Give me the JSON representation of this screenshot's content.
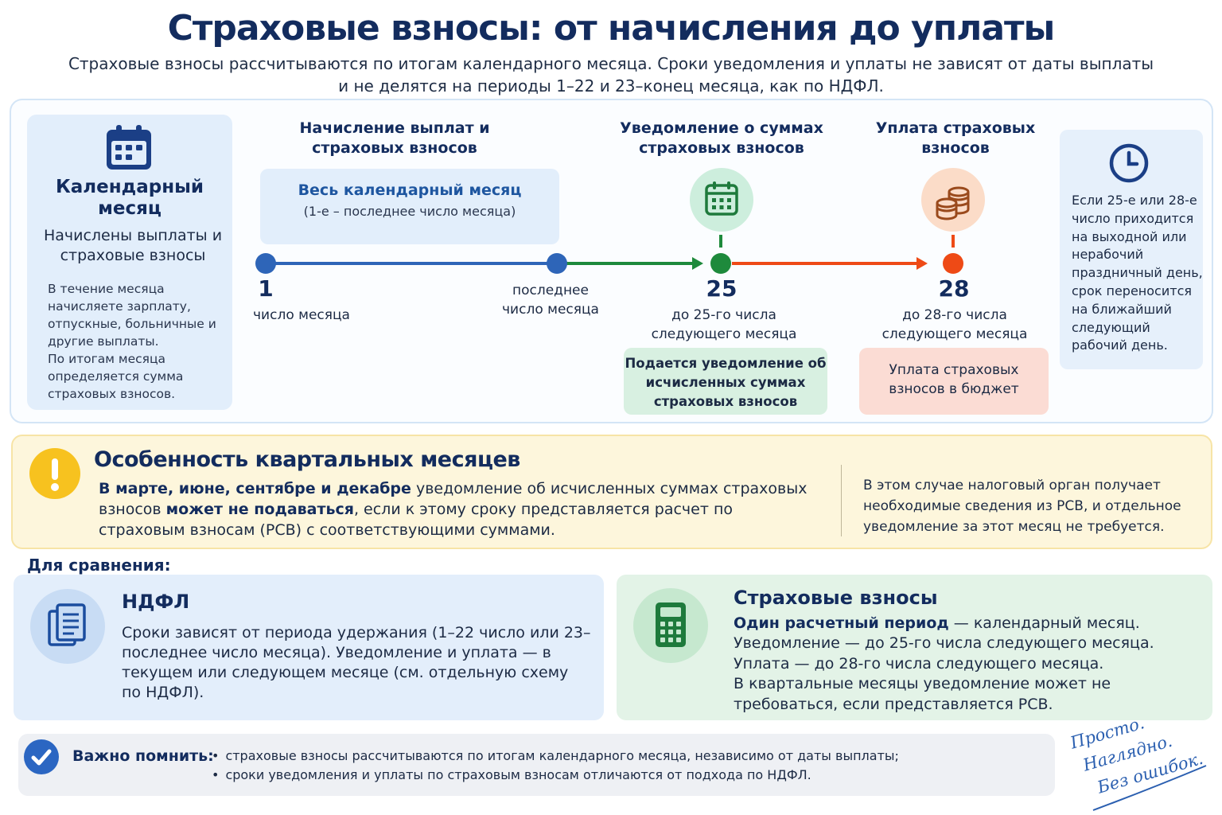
{
  "header": {
    "title": "Страховые взносы: от начисления до уплаты",
    "subtitle_line1": "Страховые взносы рассчитываются по итогам календарного месяца. Сроки уведомления и уплаты не зависят от даты выплаты",
    "subtitle_line2": "и не делятся на периоды 1–22 и 23–конец месяца, как по НДФЛ."
  },
  "calendar_card": {
    "icon": "calendar-icon",
    "title": "Календарный месяц",
    "subtitle": "Начислены выплаты и страховые взносы",
    "desc1": "В течение месяца начисляете зарплату, отпускные, больничные и другие выплаты.",
    "desc2": "По итогам месяца определяется сумма страховых взносов."
  },
  "stages": {
    "accrual": {
      "heading": "Начисление выплат и страховых взносов",
      "box_title": "Весь календарный месяц",
      "box_text": "(1-е – последнее число месяца)"
    },
    "notice": {
      "heading": "Уведомление о суммах страховых взносов",
      "icon": "calendar-icon"
    },
    "payment": {
      "heading": "Уплата страховых взносов",
      "icon": "coins-icon"
    }
  },
  "timeline": {
    "start_num": "1",
    "start_label": "число месяца",
    "end_label": "последнее число месяца",
    "notice_num": "25",
    "notice_label": "до 25-го числа следующего месяца",
    "pay_num": "28",
    "pay_label": "до 28-го числа следующего месяца",
    "notice_box": "Подается уведомление об исчисленных суммах страховых взносов",
    "pay_box": "Уплата страховых взносов в бюджет",
    "colors": {
      "blue": "#2e65b8",
      "green": "#1e8a3c",
      "orange": "#ee4a16"
    }
  },
  "side_note": {
    "icon": "clock-icon",
    "text": "Если 25-е или 28-е число приходится на выходной или нерабочий праздничный день, срок переносится на ближайший следующий рабочий день."
  },
  "quarter": {
    "title": "Особенность квартальных месяцев",
    "months": "В марте, июне, сентябре и декабре",
    "text_a": " уведомление об исчисленных суммах страховых взносов ",
    "bold_b": "может не подаваться",
    "text_c": ", если к этому сроку представляется расчет по страховым взносам (РСВ) с соответствующими суммами.",
    "right_text": "В этом случае налоговый орган получает необходимые сведения из РСВ, и отдельное уведомление за этот месяц не требуется."
  },
  "compare": {
    "title": "Для сравнения:",
    "ndfl": {
      "icon": "document-icon",
      "title": "НДФЛ",
      "text": "Сроки зависят от периода удержания (1–22 число или 23–последнее число месяца). Уведомление и уплата — в текущем или следующем месяце (см. отдельную схему по НДФЛ)."
    },
    "insurance": {
      "icon": "calculator-icon",
      "title": "Страховые взносы",
      "line1_bold": "Один расчетный период",
      "line1_rest": " — календарный месяц.",
      "line2": "Уведомление — до 25-го числа следующего месяца.",
      "line3": "Уплата — до 28-го числа следующего месяца.",
      "line4": "В квартальные месяцы уведомление может не требоваться, если представляется РСВ."
    }
  },
  "remember": {
    "title": "Важно помнить:",
    "items": [
      "страховые взносы рассчитываются по итогам календарного месяца, независимо от даты выплаты;",
      "сроки уведомления и уплаты по страховым взносам отличаются от подхода по НДФЛ."
    ]
  },
  "slogan": {
    "line1": "Просто.",
    "line2": "Наглядно.",
    "line3": "Без ошибок."
  }
}
